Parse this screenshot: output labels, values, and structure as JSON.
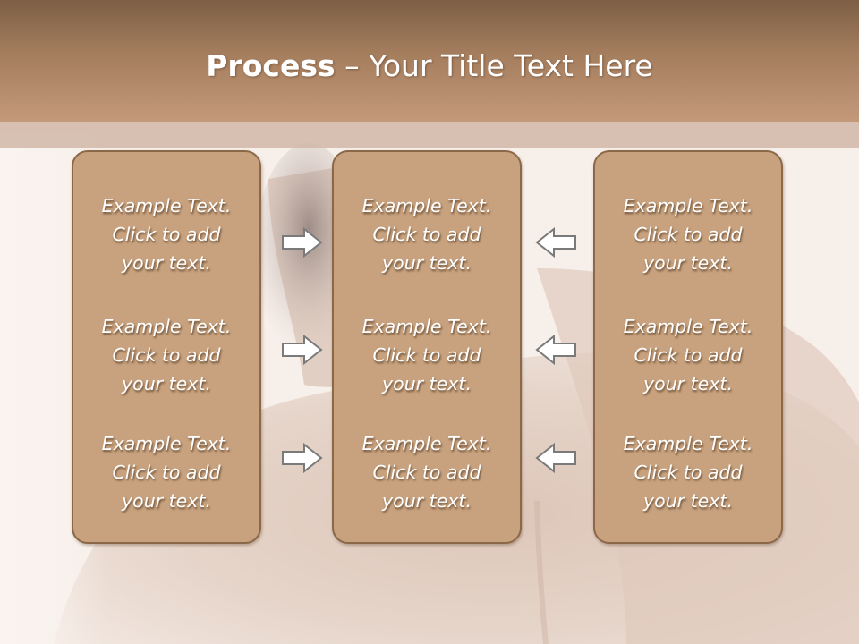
{
  "title": {
    "bold": "Process",
    "rest": " – Your Title Text Here"
  },
  "columns": [
    {
      "items": [
        {
          "line1": "Example Text.",
          "line2": "Click  to add",
          "line3": "your text."
        },
        {
          "line1": "Example Text.",
          "line2": "Click  to add",
          "line3": "your text."
        },
        {
          "line1": "Example Text.",
          "line2": "Click  to add",
          "line3": "your text."
        }
      ]
    },
    {
      "items": [
        {
          "line1": "Example Text.",
          "line2": "Click  to add",
          "line3": "your text."
        },
        {
          "line1": "Example Text.",
          "line2": "Click  to add",
          "line3": "your text."
        },
        {
          "line1": "Example Text.",
          "line2": "Click  to add",
          "line3": "your text."
        }
      ]
    },
    {
      "items": [
        {
          "line1": "Example Text.",
          "line2": "Click  to add",
          "line3": "your text."
        },
        {
          "line1": "Example Text.",
          "line2": "Click  to add",
          "line3": "your text."
        },
        {
          "line1": "Example Text.",
          "line2": "Click  to add",
          "line3": "your text."
        }
      ]
    }
  ],
  "arrows": {
    "left_group": "arrow-right-outline-icon",
    "right_group": "arrow-left-outline-icon"
  },
  "colors": {
    "header": "#a57e5e",
    "box_fill": "#c8a27e",
    "box_border": "#8b6848",
    "text": "#ffffff"
  }
}
